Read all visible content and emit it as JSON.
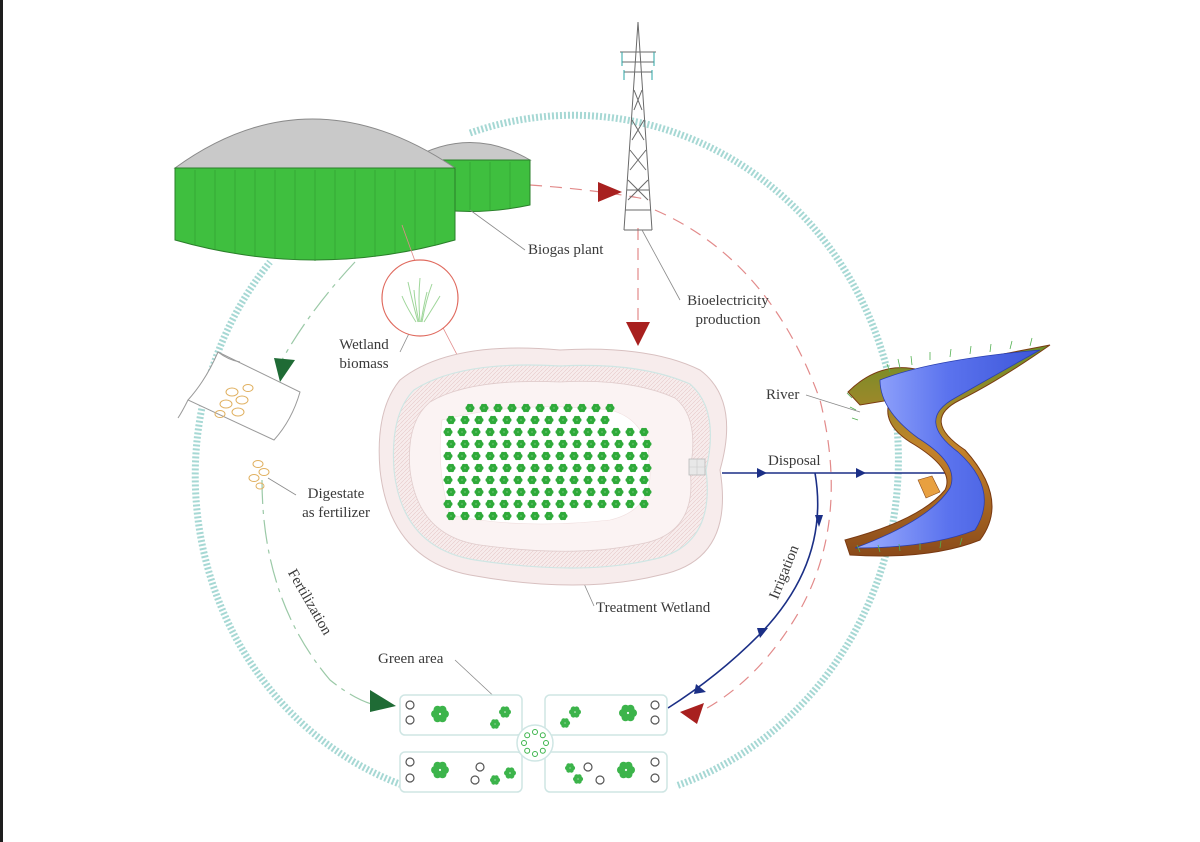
{
  "labels": {
    "biogas_plant": "Biogas plant",
    "bioelectricity_line1": "Bioelectricity",
    "bioelectricity_line2": "production",
    "wetland_biomass_line1": "Wetland",
    "wetland_biomass_line2": "biomass",
    "digestate_line1": "Digestate",
    "digestate_line2": "as fertilizer",
    "river": "River",
    "disposal": "Disposal",
    "irrigation": "Irrigation",
    "fertilization": "Fertilization",
    "treatment_wetland": "Treatment Wetland",
    "green_area": "Green area"
  },
  "colors": {
    "biogas_green": "#3fbf3f",
    "dome_grey": "#c9c9c9",
    "loop_teal": "#a6d8d4",
    "energy_red": "#a8201f",
    "dash_red": "#e28a8a",
    "fertilizer_green": "#1f6b35",
    "water_blue": "#1b2f86",
    "river_blue": "#6e86f0",
    "wetland_pink": "#f1dede",
    "plant_green": "#2faa3a"
  },
  "icons": [
    "transmission-tower-icon",
    "fertilizer-bag-icon",
    "grass-tuft-icon",
    "plant-icon",
    "outlet-box-icon"
  ]
}
